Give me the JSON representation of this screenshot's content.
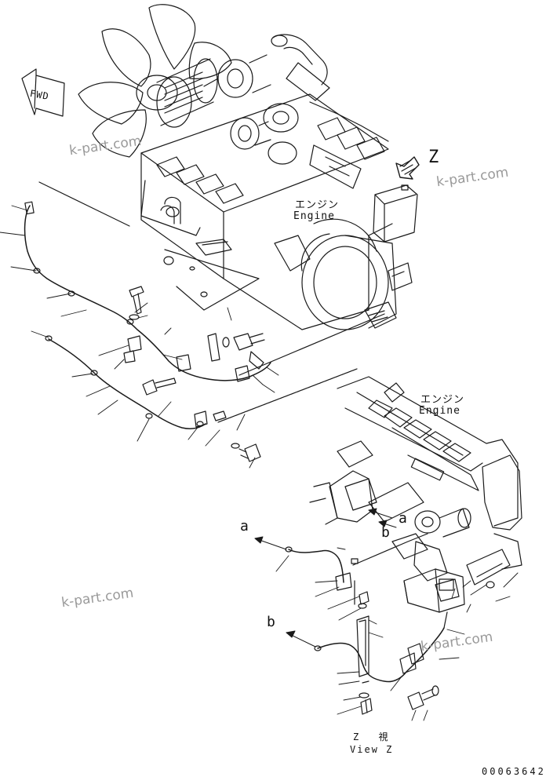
{
  "direction_arrow": {
    "label": "FWD"
  },
  "view_marker": {
    "label": "Z"
  },
  "engine_labels": [
    {
      "jp": "エンジン",
      "en": "Engine"
    },
    {
      "jp": "エンジン",
      "en": "Engine"
    }
  ],
  "callouts": {
    "a1": "a",
    "a2": "a",
    "b1": "b",
    "b2": "b"
  },
  "view_caption": {
    "jp": "Z 視",
    "en": "View Z"
  },
  "watermark": "k-part.com",
  "reference_number": "00063642",
  "colors": {
    "line": "#1a1a1a",
    "watermark": "#9a9a9a",
    "background": "#ffffff"
  }
}
